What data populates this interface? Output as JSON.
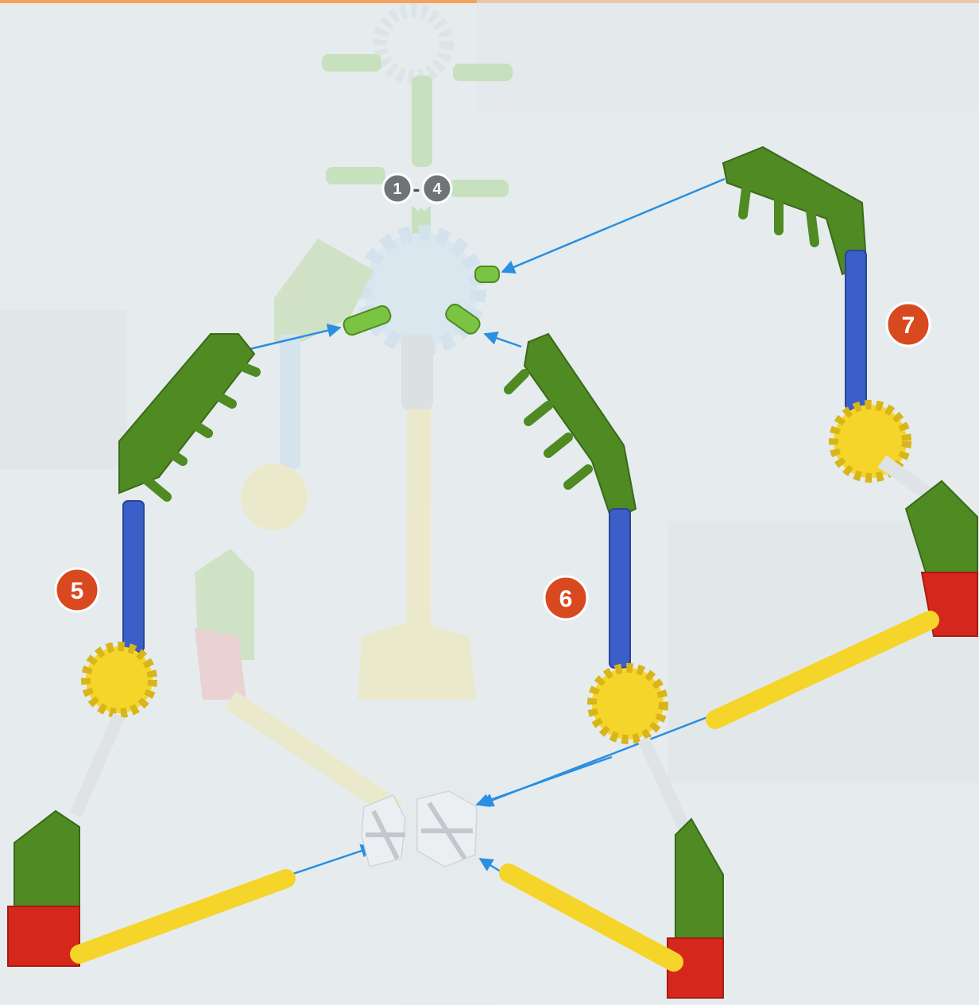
{
  "steps": {
    "range_start": "1",
    "range_separator": "-",
    "range_end": "4",
    "step_5": "5",
    "step_6": "6",
    "step_7": "7"
  },
  "colors": {
    "background": "#e6ecee",
    "step_badge": "#d9491f",
    "range_badge": "#6e7478",
    "arrow": "#2a8fe0",
    "rod_blue": "#3a5fc8",
    "rod_yellow": "#f6d52a",
    "rod_white": "#d8dde2",
    "connector_green": "#4f8a22",
    "connector_yellow": "#f6d52a",
    "connector_red": "#d6271c",
    "connector_white": "#e3e7ea",
    "hub_blue": "#c6def3"
  }
}
